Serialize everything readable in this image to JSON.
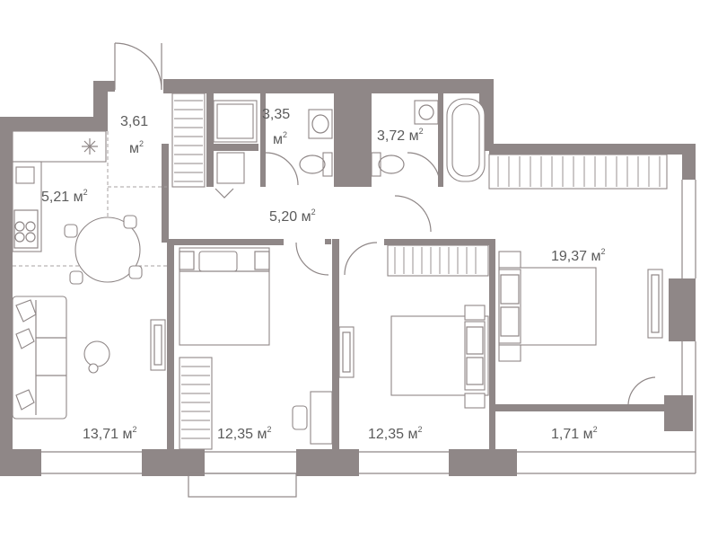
{
  "plan": {
    "rooms": [
      {
        "id": "hall",
        "area": "3,61",
        "unit": "м",
        "unit_sup": "2"
      },
      {
        "id": "bath",
        "area": "3,35",
        "unit": "м",
        "unit_sup": "2"
      },
      {
        "id": "bath2",
        "area": "3,72",
        "unit": "м",
        "unit_sup": "2"
      },
      {
        "id": "kitchen",
        "area": "5,21",
        "unit": "м",
        "unit_sup": "2"
      },
      {
        "id": "corridor",
        "area": "5,20",
        "unit": "м",
        "unit_sup": "2"
      },
      {
        "id": "master",
        "area": "19,37",
        "unit": "м",
        "unit_sup": "2"
      },
      {
        "id": "living",
        "area": "13,71",
        "unit": "м",
        "unit_sup": "2"
      },
      {
        "id": "bedroom1",
        "area": "12,35",
        "unit": "м",
        "unit_sup": "2"
      },
      {
        "id": "bedroom2",
        "area": "12,35",
        "unit": "м",
        "unit_sup": "2"
      },
      {
        "id": "balcony",
        "area": "1,71",
        "unit": "м",
        "unit_sup": "2"
      }
    ],
    "icons": {
      "fridge": "snowflake-icon"
    }
  }
}
